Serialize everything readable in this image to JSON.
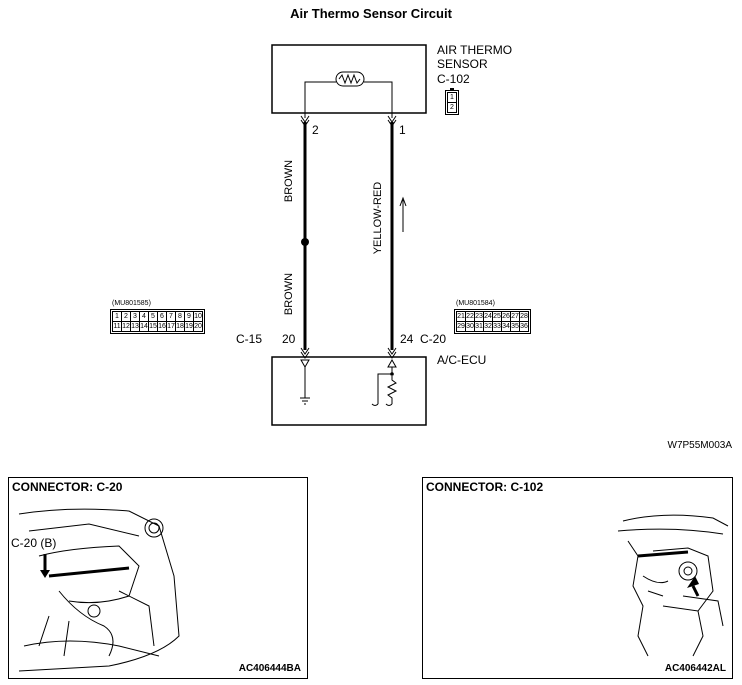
{
  "title": "Air Thermo Sensor Circuit",
  "sensor": {
    "name_line1": "AIR THERMO",
    "name_line2": "SENSOR",
    "connector": "C-102",
    "connector_pins": [
      "1",
      "2"
    ]
  },
  "wires": [
    {
      "pin_top": "2",
      "color_upper": "BROWN",
      "color_lower": "BROWN",
      "pin_bottom": "20"
    },
    {
      "pin_top": "1",
      "color_upper": "YELLOW-RED",
      "pin_bottom": "24"
    }
  ],
  "left_connector": {
    "part_no": "(MU801585)",
    "id": "C-15",
    "row1": [
      "1",
      "2",
      "3",
      "4",
      "5",
      "6",
      "7",
      "8",
      "9",
      "10"
    ],
    "row2": [
      "11",
      "12",
      "13",
      "14",
      "15",
      "16",
      "17",
      "18",
      "19",
      "20"
    ]
  },
  "right_connector": {
    "part_no": "(MU801584)",
    "id": "C-20",
    "row1": [
      "21",
      "22",
      "23",
      "24",
      "25",
      "26",
      "27",
      "28"
    ],
    "row2": [
      "29",
      "30",
      "31",
      "32",
      "33",
      "34",
      "35",
      "36"
    ]
  },
  "ecu": {
    "name": "A/C-ECU"
  },
  "diagram_code": "W7P55M003A",
  "panel_left": {
    "title": "CONNECTOR: C-20",
    "callout": "C-20 (B)",
    "code": "AC406444BA"
  },
  "panel_right": {
    "title": "CONNECTOR: C-102",
    "code": "AC406442AL"
  }
}
